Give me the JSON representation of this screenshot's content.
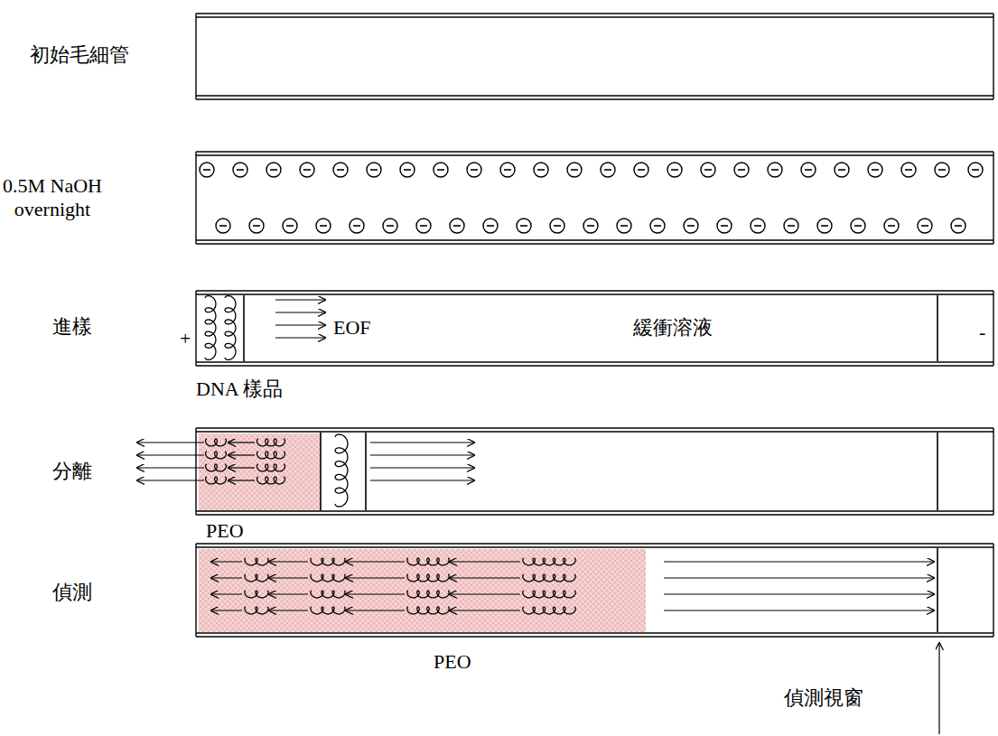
{
  "diagram": {
    "nodes": [
      {
        "text": [
          "EOF",
          "緩衝溶液"
        ]
      }
    ],
    "labels": [
      "初始毛細管",
      "0.5M NaOH overnight",
      "進樣",
      "+",
      "-",
      "DNA 樣品",
      "分離",
      "PEO",
      "偵測",
      "PEO",
      "偵測視窗"
    ]
  }
}
